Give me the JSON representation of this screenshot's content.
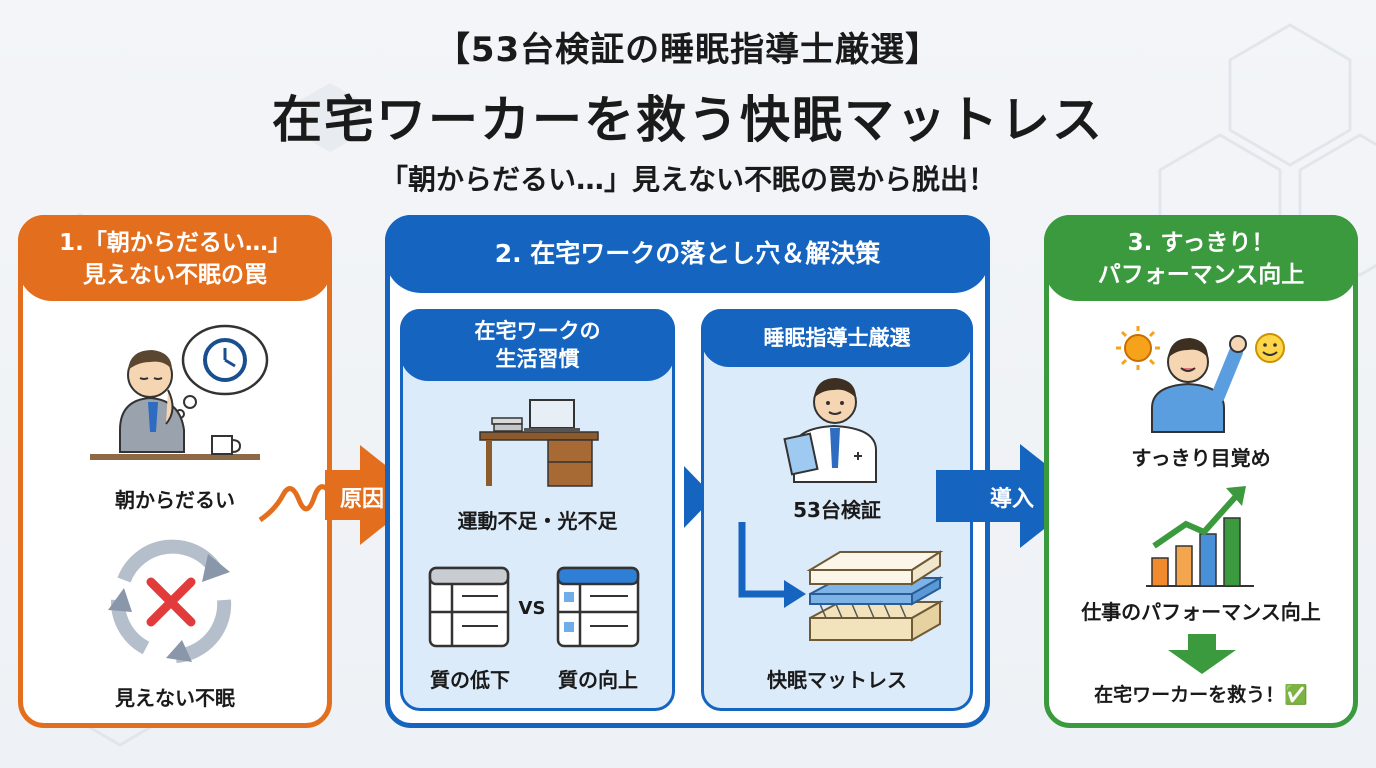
{
  "title": {
    "line1": "【53台検証の睡眠指導士厳選】",
    "line2": "在宅ワーカーを救う快眠マットレス",
    "line3": "「朝からだるい…」見えない不眠の罠から脱出！"
  },
  "panel1": {
    "header": [
      "1.「朝からだるい…」",
      "見えない不眠の罠"
    ],
    "item1": "朝からだるい",
    "item2": "見えない不眠"
  },
  "arrow_cause": "原因",
  "panel2": {
    "header": "2. 在宅ワークの落とし穴＆解決策",
    "left": {
      "header": [
        "在宅ワークの",
        "生活習慣"
      ],
      "cause": "運動不足・光不足",
      "vs": "VS",
      "low": "質の低下",
      "high": "質の向上"
    },
    "right": {
      "header": "睡眠指導士厳選",
      "verify": "53台検証",
      "mattress": "快眠マットレス"
    }
  },
  "arrow_intro": "導入",
  "panel3": {
    "header": [
      "3. すっきり！",
      "パフォーマンス向上"
    ],
    "item1": "すっきり目覚め",
    "item2": "仕事のパフォーマンス向上",
    "item3": "在宅ワーカーを救う！✅"
  },
  "colors": {
    "orange": "#e36f1e",
    "blue": "#1565c0",
    "green": "#3c9a3e",
    "light_blue": "#dcebfa"
  }
}
